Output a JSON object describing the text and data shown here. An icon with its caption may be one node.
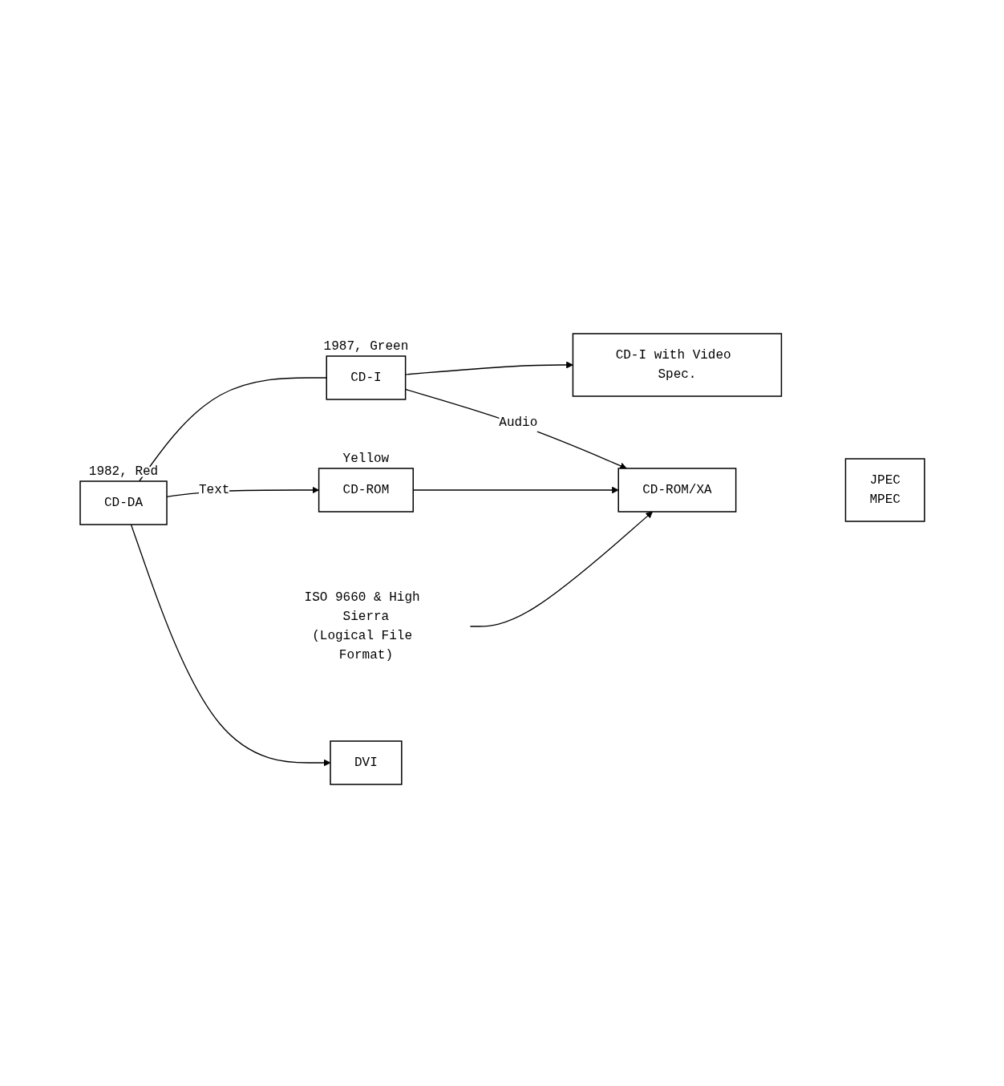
{
  "diagram": {
    "nodes": [
      {
        "text": [
          "CD-I"
        ],
        "beside": [
          "1987, Green"
        ]
      },
      {
        "text": [
          "CD-I with Video Spec."
        ]
      },
      {
        "text": [
          "CD-DA"
        ],
        "beside": [
          "1982, Red"
        ]
      },
      {
        "text": [
          "CD-ROM"
        ],
        "beside": [
          "Yellow"
        ]
      },
      {
        "text": [
          "CD-ROM/XA"
        ]
      },
      {
        "text": [
          "JPEC",
          "MPEC"
        ]
      },
      {
        "text": [
          "ISO 9660 & High Sierra",
          "(Logical File Format)"
        ]
      },
      {
        "text": [
          "DVI"
        ]
      }
    ],
    "edges": [
      {
        "from": 2,
        "to": 0,
        "arrow": "none"
      },
      {
        "from": 0,
        "to": 1,
        "arrow": "to"
      },
      {
        "from": 0,
        "to": 4,
        "arrow": "to",
        "label": "Audio"
      },
      {
        "from": 2,
        "to": 3,
        "arrow": "to",
        "label": "Text"
      },
      {
        "from": 3,
        "to": 4,
        "arrow": "to"
      },
      {
        "from": 6,
        "to": 4,
        "arrow": "to"
      },
      {
        "from": 2,
        "to": 7,
        "arrow": "to"
      }
    ]
  }
}
